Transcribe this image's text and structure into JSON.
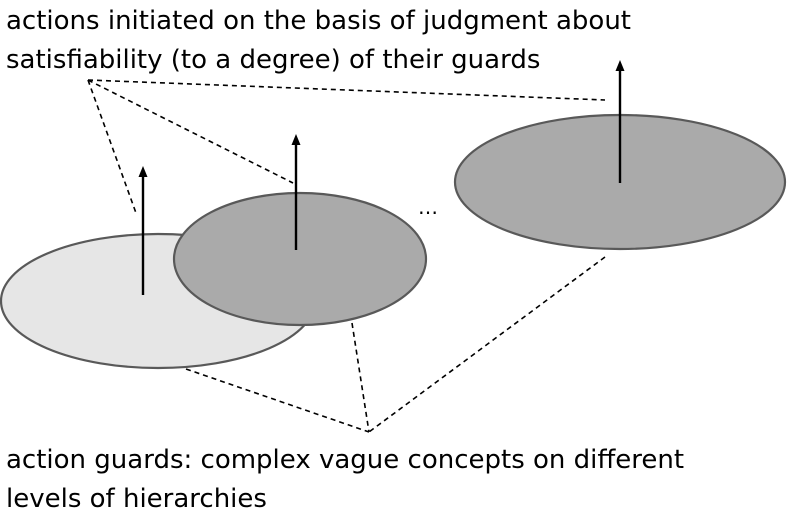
{
  "top_caption": {
    "line1": "actions initiated on the basis of judgment about",
    "line2": "satisfiability (to a degree) of their guards"
  },
  "bottom_caption": {
    "line1": "action guards: complex vague concepts on different",
    "line2": "levels of hierarchies"
  },
  "ellipsis": "…",
  "colors": {
    "light_guard_fill": "#e6e6e6",
    "dark_guard_fill": "#aaaaaa",
    "guard_outline": "#595959",
    "lines": "#000000"
  },
  "icons": [
    "up-arrow-icon"
  ]
}
